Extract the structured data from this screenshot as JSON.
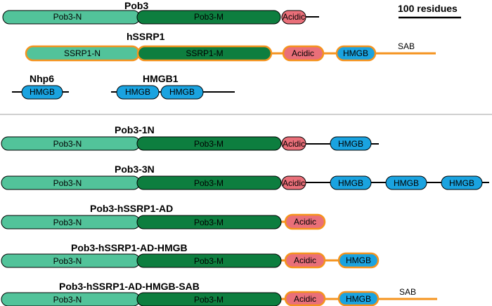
{
  "scale_bar": {
    "label": "100 residues"
  },
  "colors": {
    "pob3_n": "#52c39a",
    "pob3_m": "#0d7e3f",
    "acidic": "#e96f79",
    "hmgb": "#1aa3e0",
    "human_linker": "#f5931e",
    "yeast_linker": "#000000",
    "divider": "#bfbfbf"
  },
  "constructs": [
    {
      "title": "Pob3",
      "domains": [
        "Pob3-N",
        "Pob3-M",
        "Acidic"
      ]
    },
    {
      "title": "hSSRP1",
      "domains": [
        "SSRP1-N",
        "SSRP1-M",
        "Acidic",
        "HMGB"
      ],
      "tail_label": "SAB"
    },
    {
      "title": "Nhp6",
      "domains": [
        "HMGB"
      ]
    },
    {
      "title": "HMGB1",
      "domains": [
        "HMGB",
        "HMGB"
      ]
    },
    {
      "title": "Pob3-1N",
      "domains": [
        "Pob3-N",
        "Pob3-M",
        "Acidic",
        "HMGB"
      ]
    },
    {
      "title": "Pob3-3N",
      "domains": [
        "Pob3-N",
        "Pob3-M",
        "Acidic",
        "HMGB",
        "HMGB",
        "HMGB"
      ]
    },
    {
      "title": "Pob3-hSSRP1-AD",
      "domains": [
        "Pob3-N",
        "Pob3-M",
        "Acidic"
      ]
    },
    {
      "title": "Pob3-hSSRP1-AD-HMGB",
      "domains": [
        "Pob3-N",
        "Pob3-M",
        "Acidic",
        "HMGB"
      ]
    },
    {
      "title": "Pob3-hSSRP1-AD-HMGB-SAB",
      "domains": [
        "Pob3-N",
        "Pob3-M",
        "Acidic",
        "HMGB"
      ],
      "tail_label": "SAB"
    }
  ]
}
